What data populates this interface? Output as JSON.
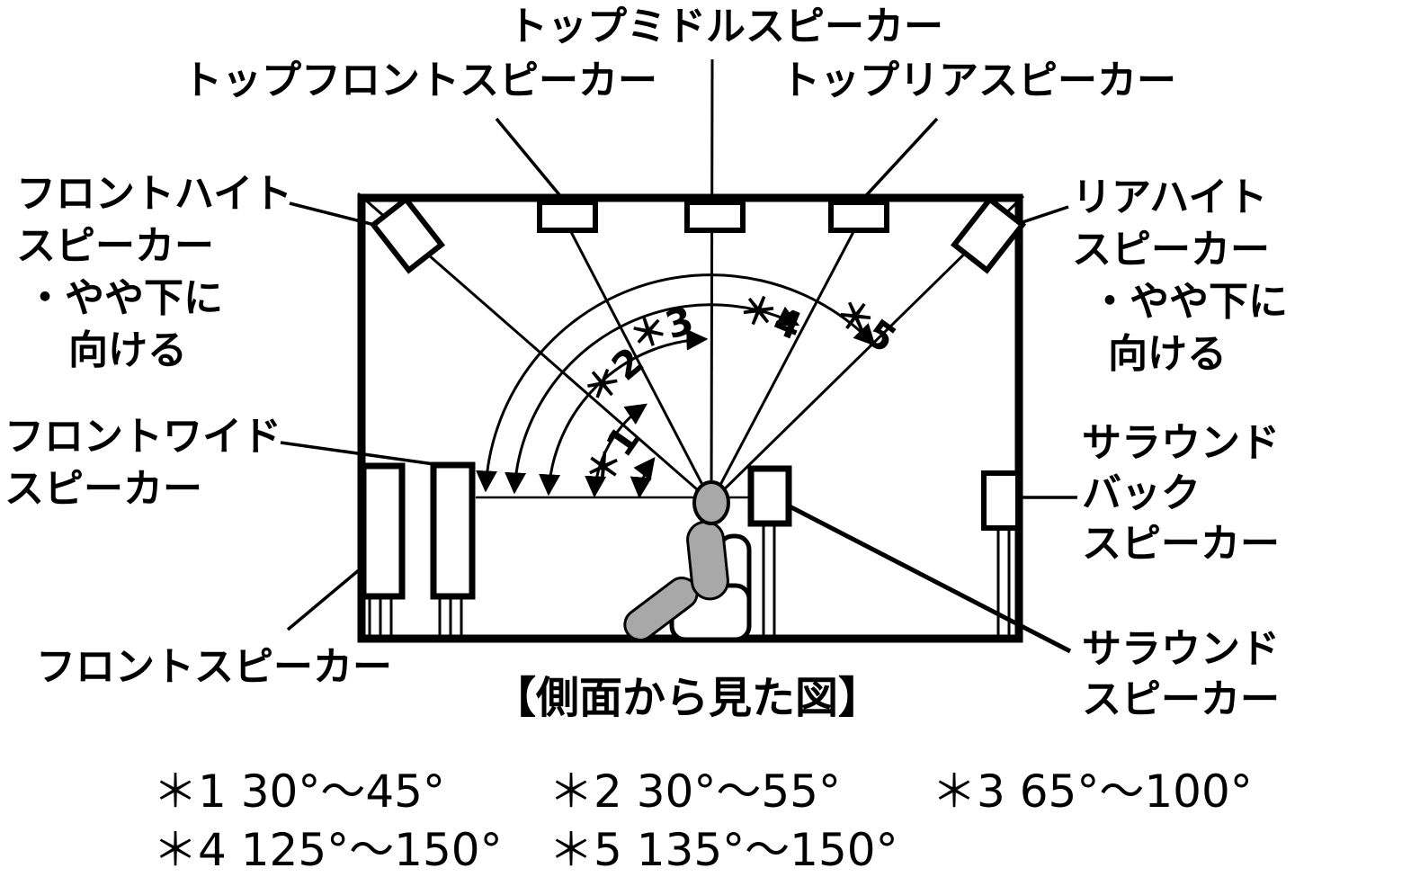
{
  "figure": {
    "caption": "【側面から見た図】",
    "labels": {
      "top_middle": "トップミドルスピーカー",
      "top_front": "トップフロントスピーカー",
      "top_rear": "トップリアスピーカー",
      "front_height": [
        "フロントハイト",
        "スピーカー",
        "・やや下に",
        "向ける"
      ],
      "rear_height": [
        "リアハイト",
        "スピーカー",
        "・やや下に",
        "向ける"
      ],
      "front_wide": [
        "フロントワイド",
        "スピーカー"
      ],
      "front": "フロントスピーカー",
      "surround_back": [
        "サラウンド",
        "バック",
        "スピーカー"
      ],
      "surround": [
        "サラウンド",
        "スピーカー"
      ]
    },
    "angle_markers": [
      "＊1",
      "＊2",
      "＊3",
      "＊4",
      "＊5"
    ],
    "footnotes": [
      "＊1 30°～45°",
      "＊2 30°～55°",
      "＊3 65°～100°",
      "＊4 125°～150°",
      "＊5 135°～150°"
    ],
    "colors": {
      "ink": "#000000",
      "paper": "#ffffff",
      "person_fill": "#a8a8a8"
    }
  }
}
